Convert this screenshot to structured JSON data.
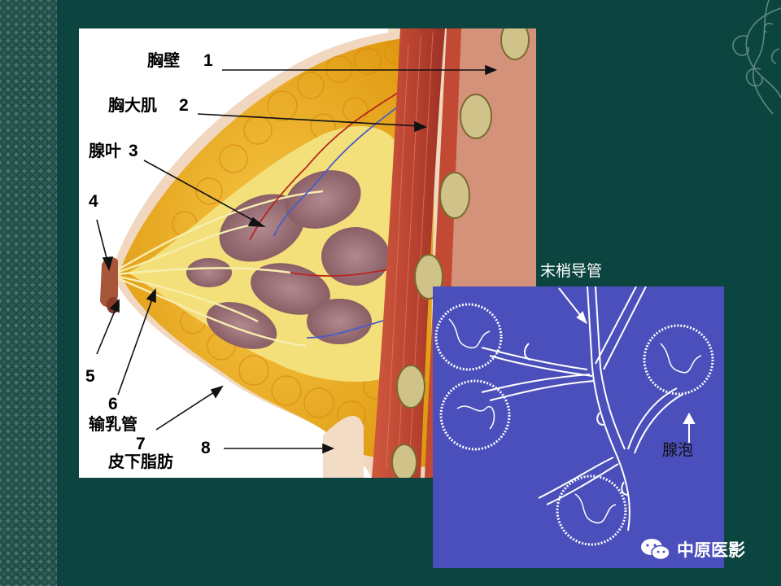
{
  "labels": {
    "chest_wall": "胸壁",
    "pectoralis_major": "胸大肌",
    "lobule": "腺叶",
    "lactiferous_duct": "输乳管",
    "subcutaneous_fat": "皮下脂肪"
  },
  "numbers": [
    "1",
    "2",
    "3",
    "4",
    "5",
    "6",
    "7",
    "8"
  ],
  "micro_labels": {
    "terminal_duct": "末梢导管",
    "acinus": "腺泡"
  },
  "watermark": {
    "text": "中原医影",
    "icon": "wechat-icon"
  },
  "colors": {
    "background": "#0c4540",
    "micro_background": "#4b4fbb",
    "fat": "#f2b520",
    "muscle": "#c0503a",
    "gland": "#9c6f78"
  }
}
